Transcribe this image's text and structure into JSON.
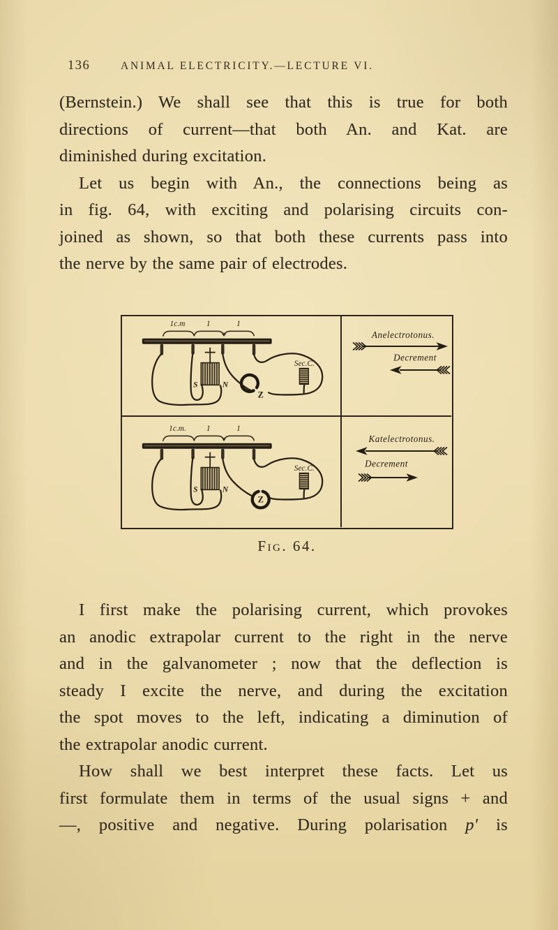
{
  "page": {
    "number": "136",
    "running_head": "ANIMAL ELECTRICITY.—LECTURE VI."
  },
  "body": {
    "para1": {
      "l1": "(Bernstein.)  We shall see that this is true for both",
      "l2": "directions of current—that both An. and Kat. are",
      "l3": "diminished during excitation."
    },
    "para2": {
      "l1": "Let us begin with An., the connections being as",
      "l2": "in fig. 64, with exciting and polarising circuits con-",
      "l3": "joined as shown, so that both these currents pass into",
      "l4": "the nerve by the same pair of electrodes."
    },
    "para3": {
      "l1": "I first make the polarising current, which provokes",
      "l2": "an anodic extrapolar current to the right in the nerve",
      "l3": "and in the galvanometer ; now that the deflection is",
      "l4": "steady I excite the nerve, and during the excitation",
      "l5": "the spot moves to the left, indicating a diminution of",
      "l6": "the extrapolar anodic current."
    },
    "para4": {
      "l1": "How shall we best interpret these facts.  Let us",
      "l2": "first formulate them in terms of the usual signs + and",
      "l3a": "—, positive and negative.  During polarisation ",
      "l3b": "p′",
      "l3c": " is"
    }
  },
  "figure": {
    "caption": "Fig. 64.",
    "ink_color": "#2a2216",
    "paper_color": "#e9d8a8",
    "top_panel": {
      "scale_label_1": "1c.m",
      "scale_label_2": "1",
      "scale_label_3": "1",
      "junction_plus": "+",
      "battery_plus_icon": "+",
      "coil_pole_left": "S",
      "coil_pole_right": "N",
      "key_label": "Z",
      "secondary_coil_label": "Sec.C.",
      "direction_label": "Anelectrotonus.",
      "direction_arrow": "right",
      "decrement_label": "Decrement",
      "decrement_arrow": "left"
    },
    "bottom_panel": {
      "scale_label_1": "1c.m.",
      "scale_label_2": "1",
      "scale_label_3": "1",
      "junction_plus": "+",
      "battery_plus_icon": "+",
      "coil_pole_left": "S",
      "coil_pole_right": "N",
      "key_label": "Z",
      "secondary_coil_label": "Sec.C.",
      "direction_label": "Katelectrotonus.",
      "direction_arrow": "left",
      "decrement_label": "Decrement",
      "decrement_arrow": "right"
    }
  }
}
